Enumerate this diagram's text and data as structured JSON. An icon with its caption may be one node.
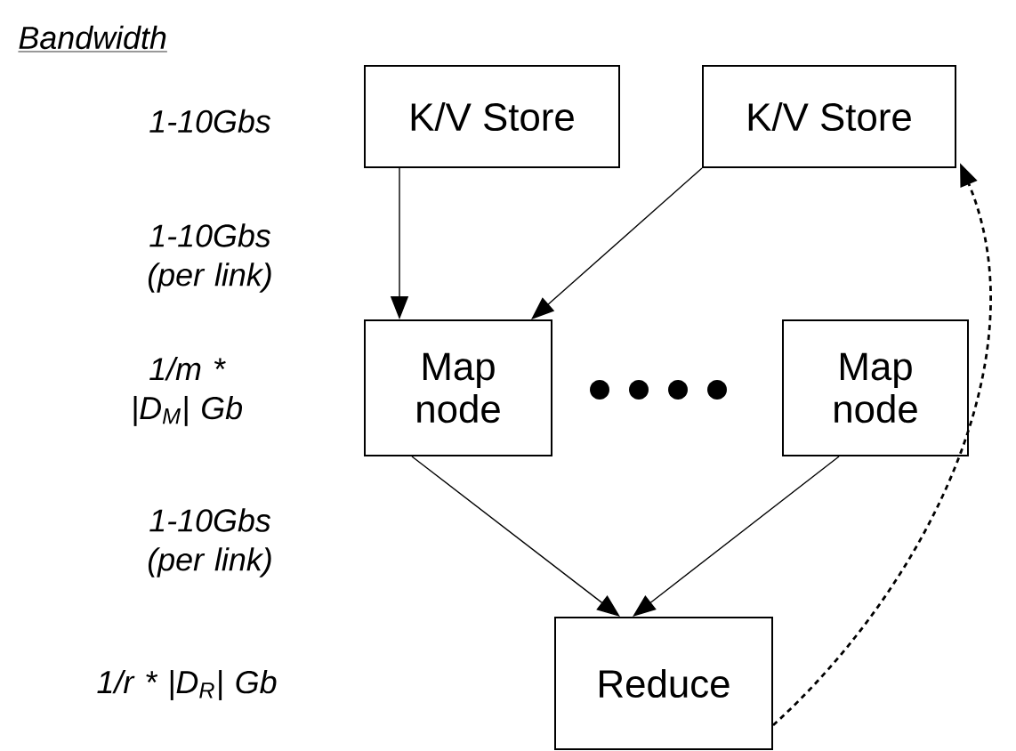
{
  "diagram": {
    "title": "Bandwidth",
    "nodes": [
      {
        "text": [
          "K/V Store"
        ]
      },
      {
        "text": [
          "K/V Store"
        ]
      },
      {
        "text": [
          "Map node"
        ]
      },
      {
        "text": [
          "Map node"
        ]
      },
      {
        "text": [
          "Reduce"
        ]
      }
    ],
    "edges": [
      {
        "from": 0,
        "to": 2,
        "arrow": "to"
      },
      {
        "from": 1,
        "to": 2,
        "arrow": "to"
      },
      {
        "from": 2,
        "to": 4,
        "arrow": "to"
      },
      {
        "from": 3,
        "to": 4,
        "arrow": "to"
      },
      {
        "from": 4,
        "to": 1,
        "arrow": "to",
        "style": "dashed"
      }
    ],
    "labels": [
      "1-10Gbs",
      "1-10Gbs (per link)",
      "1/m * |D$_{M}$| Gb",
      "1-10Gbs (per link)",
      "1/r * |D$_{R}$| Gb"
    ]
  }
}
